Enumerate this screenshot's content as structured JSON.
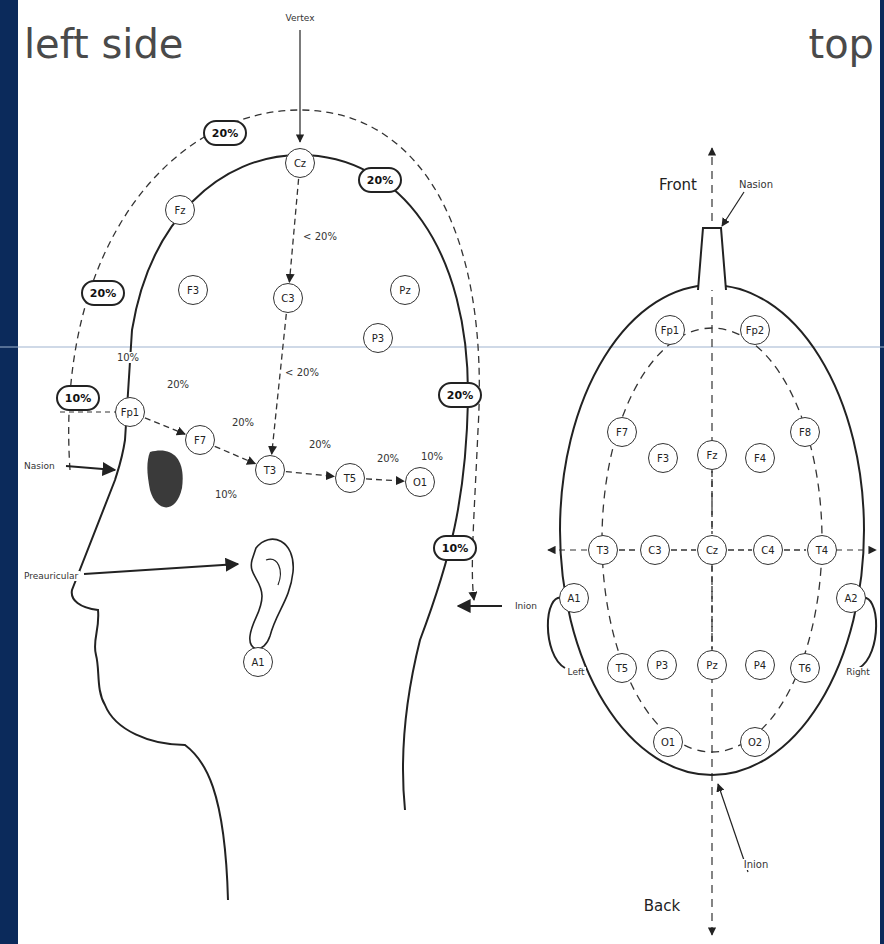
{
  "diagram": {
    "nodes": [
      {
        "text": [
          "20%"
        ]
      },
      {
        "text": [
          "20%"
        ]
      },
      {
        "text": [
          "20%"
        ]
      },
      {
        "text": [
          "10%"
        ]
      },
      {
        "text": [
          "20%"
        ]
      },
      {
        "text": [
          "10%"
        ]
      },
      {
        "text": [
          "Fz"
        ]
      },
      {
        "text": [
          "Cz"
        ]
      },
      {
        "text": [
          "F3"
        ]
      },
      {
        "text": [
          "C3"
        ]
      },
      {
        "text": [
          "P3"
        ]
      },
      {
        "text": [
          "Pz"
        ]
      },
      {
        "text": [
          "Fp1"
        ]
      },
      {
        "text": [
          "F7"
        ]
      },
      {
        "text": [
          "T3"
        ]
      },
      {
        "text": [
          "T5"
        ]
      },
      {
        "text": [
          "O1"
        ]
      },
      {
        "text": [
          "A1"
        ]
      },
      {
        "text": [
          "Fp1"
        ]
      },
      {
        "text": [
          "Fp2"
        ]
      },
      {
        "text": [
          "F7"
        ]
      },
      {
        "text": [
          "F3"
        ]
      },
      {
        "text": [
          "Fz"
        ]
      },
      {
        "text": [
          "F4"
        ]
      },
      {
        "text": [
          "F8"
        ]
      },
      {
        "text": [
          "A1"
        ]
      },
      {
        "text": [
          "T3"
        ]
      },
      {
        "text": [
          "C3"
        ]
      },
      {
        "text": [
          "Cz"
        ]
      },
      {
        "text": [
          "C4"
        ]
      },
      {
        "text": [
          "T4"
        ]
      },
      {
        "text": [
          "A2"
        ]
      },
      {
        "text": [
          "T5"
        ]
      },
      {
        "text": [
          "P3"
        ]
      },
      {
        "text": [
          "Pz"
        ]
      },
      {
        "text": [
          "P4"
        ]
      },
      {
        "text": [
          "T6"
        ]
      },
      {
        "text": [
          "O1"
        ]
      },
      {
        "text": [
          "O2"
        ]
      }
    ],
    "edges": [
      {
        "from": 12,
        "to": 13,
        "arrow": "to"
      },
      {
        "from": 13,
        "to": 14,
        "arrow": "to"
      },
      {
        "from": 14,
        "to": 15,
        "arrow": "to"
      },
      {
        "from": 15,
        "to": 16,
        "arrow": "to"
      },
      {
        "from": 7,
        "to": 9,
        "arrow": "to"
      },
      {
        "from": 9,
        "to": 14,
        "arrow": "to"
      },
      {
        "from": 26,
        "to": 27,
        "arrow": "none"
      },
      {
        "from": 27,
        "to": 28,
        "arrow": "none"
      },
      {
        "from": 28,
        "to": 29,
        "arrow": "none"
      },
      {
        "from": 29,
        "to": 30,
        "arrow": "none"
      },
      {
        "from": 22,
        "to": 28,
        "arrow": "none"
      },
      {
        "from": 28,
        "to": 34,
        "arrow": "none"
      }
    ],
    "labels": [
      "left side",
      "top",
      "Vertex",
      "< 20%",
      "< 20%",
      "10%",
      "20%",
      "20%",
      "20%",
      "20%",
      "10%",
      "10%",
      "Nasion",
      "Preauricular",
      "Inion",
      "Front",
      "Nasion",
      "Left",
      "Right",
      "Back",
      "Inion"
    ]
  }
}
